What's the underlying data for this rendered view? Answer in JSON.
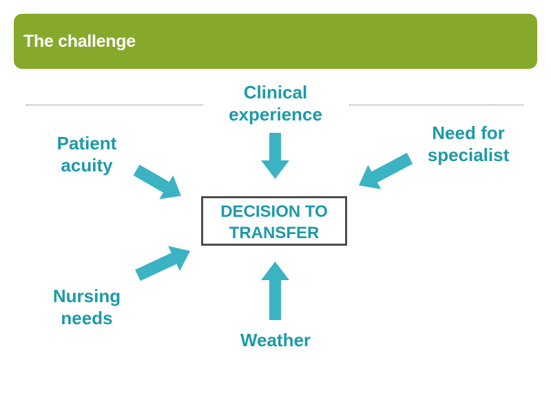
{
  "header": {
    "title": "The challenge"
  },
  "colors": {
    "accent": "#86a92b",
    "arrow": "#3bb3c3",
    "text": "#1c9aa9",
    "box_border": "#4d4d4d"
  },
  "center": {
    "line1": "DECISION TO",
    "line2": "TRANSFER"
  },
  "factors": {
    "clinical": {
      "line1": "Clinical",
      "line2": "experience"
    },
    "acuity": {
      "line1": "Patient",
      "line2": "acuity"
    },
    "specialist": {
      "line1": "Need for",
      "line2": "specialist"
    },
    "nursing": {
      "line1": "Nursing",
      "line2": "needs"
    },
    "weather": {
      "line1": "Weather"
    }
  }
}
